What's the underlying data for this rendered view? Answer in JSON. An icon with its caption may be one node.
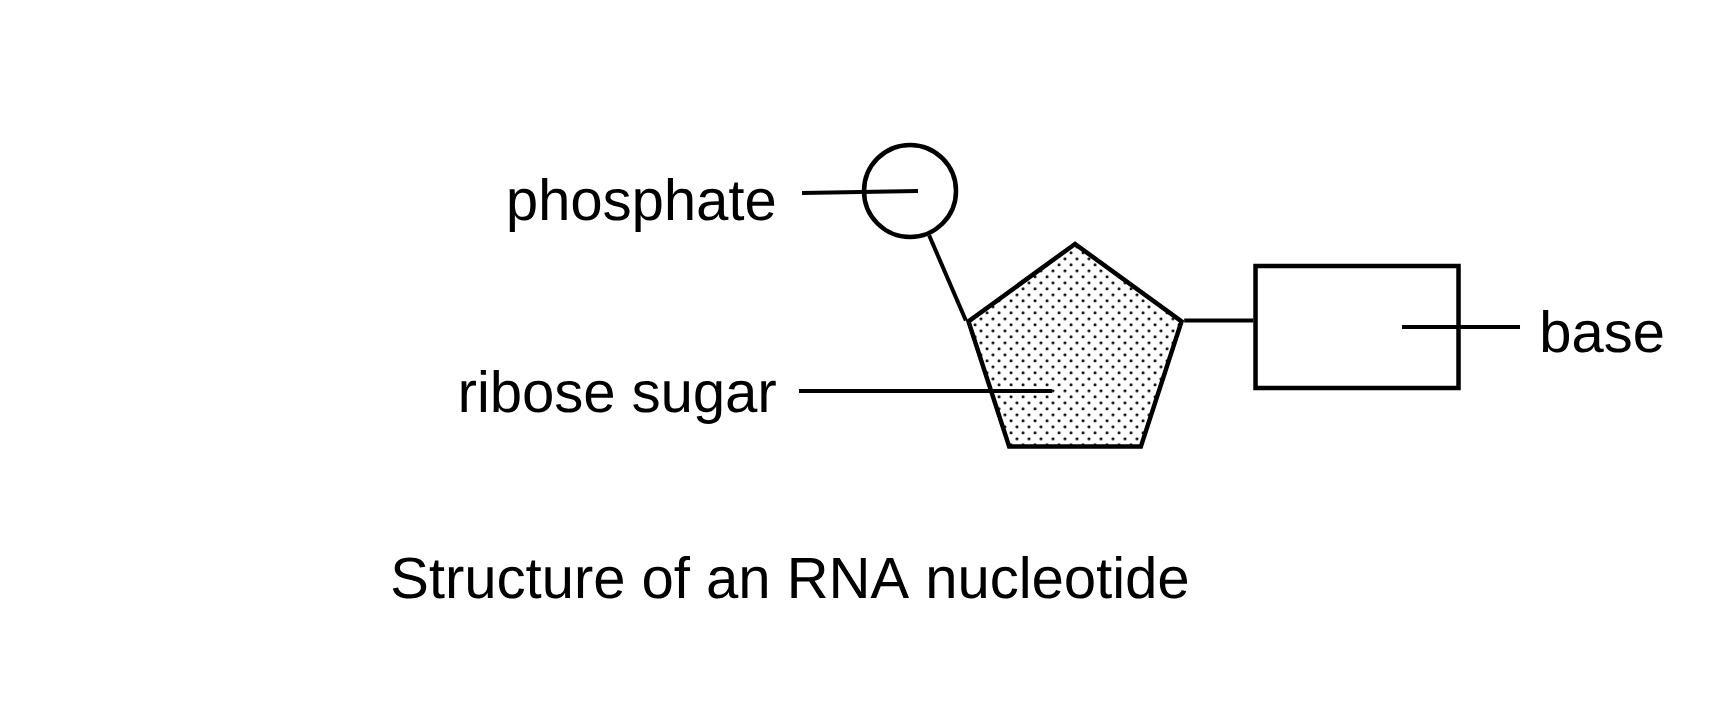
{
  "diagram": {
    "caption": "Structure of an RNA nucleotide",
    "nodes": [
      {
        "text": [
          "phosphate"
        ]
      },
      {
        "text": [],
        "shape": "circle"
      },
      {
        "text": [],
        "shape": "pentagon"
      },
      {
        "text": [],
        "shape": "box"
      },
      {
        "text": [
          "base"
        ]
      },
      {
        "text": [
          "ribose sugar"
        ]
      }
    ],
    "edges": [
      {
        "from": 0,
        "to": 1,
        "arrow": "none"
      },
      {
        "from": 1,
        "to": 2,
        "arrow": "none"
      },
      {
        "from": 2,
        "to": 3,
        "arrow": "none"
      },
      {
        "from": 4,
        "to": 3,
        "arrow": "none"
      },
      {
        "from": 5,
        "to": 2,
        "arrow": "none"
      }
    ]
  }
}
